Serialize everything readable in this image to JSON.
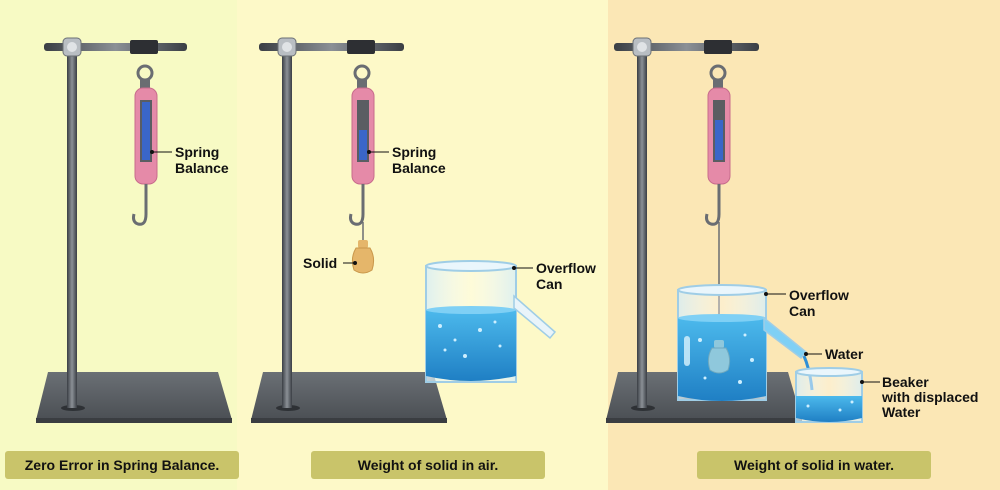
{
  "colors": {
    "panel1_bg": "#f7fac4",
    "panel2_bg": "#fdf9c8",
    "panel3_bg": "#fbe7b5",
    "caption_bg": "#c9c46a",
    "balance": "#e58aa8",
    "water": "#3aa8e0",
    "stand": "#555a60"
  },
  "panels": [
    {
      "caption": "Zero Error in Spring Balance.",
      "labels": {
        "balance": [
          "Spring",
          "Balance"
        ]
      }
    },
    {
      "caption": "Weight of solid in air.",
      "labels": {
        "balance": [
          "Spring",
          "Balance"
        ],
        "solid": "Solid",
        "can": [
          "Overflow",
          "Can"
        ]
      }
    },
    {
      "caption": "Weight of solid in water.",
      "labels": {
        "can": [
          "Overflow",
          "Can"
        ],
        "water": "Water",
        "beaker": [
          "Beaker",
          "with displaced",
          "Water"
        ]
      }
    }
  ]
}
